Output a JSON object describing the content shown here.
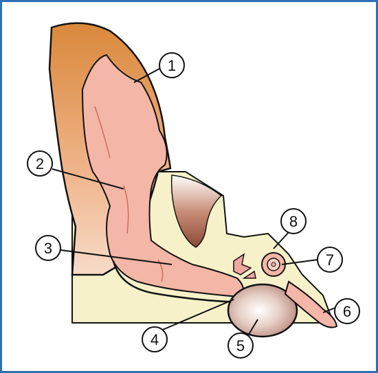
{
  "colors": {
    "frame": "#2f6fb3",
    "outer_skin": "#d9883a",
    "inner_skin": "#f4b6a6",
    "bone": "#f6f1c9",
    "cavity": "#9b5a44",
    "middle_ear_bulla": "#d7b3a5",
    "outline": "#111111"
  },
  "callouts": [
    {
      "id": "1",
      "label": "1"
    },
    {
      "id": "2",
      "label": "2"
    },
    {
      "id": "3",
      "label": "3"
    },
    {
      "id": "4",
      "label": "4"
    },
    {
      "id": "5",
      "label": "5"
    },
    {
      "id": "6",
      "label": "6"
    },
    {
      "id": "7",
      "label": "7"
    },
    {
      "id": "8",
      "label": "8"
    }
  ]
}
